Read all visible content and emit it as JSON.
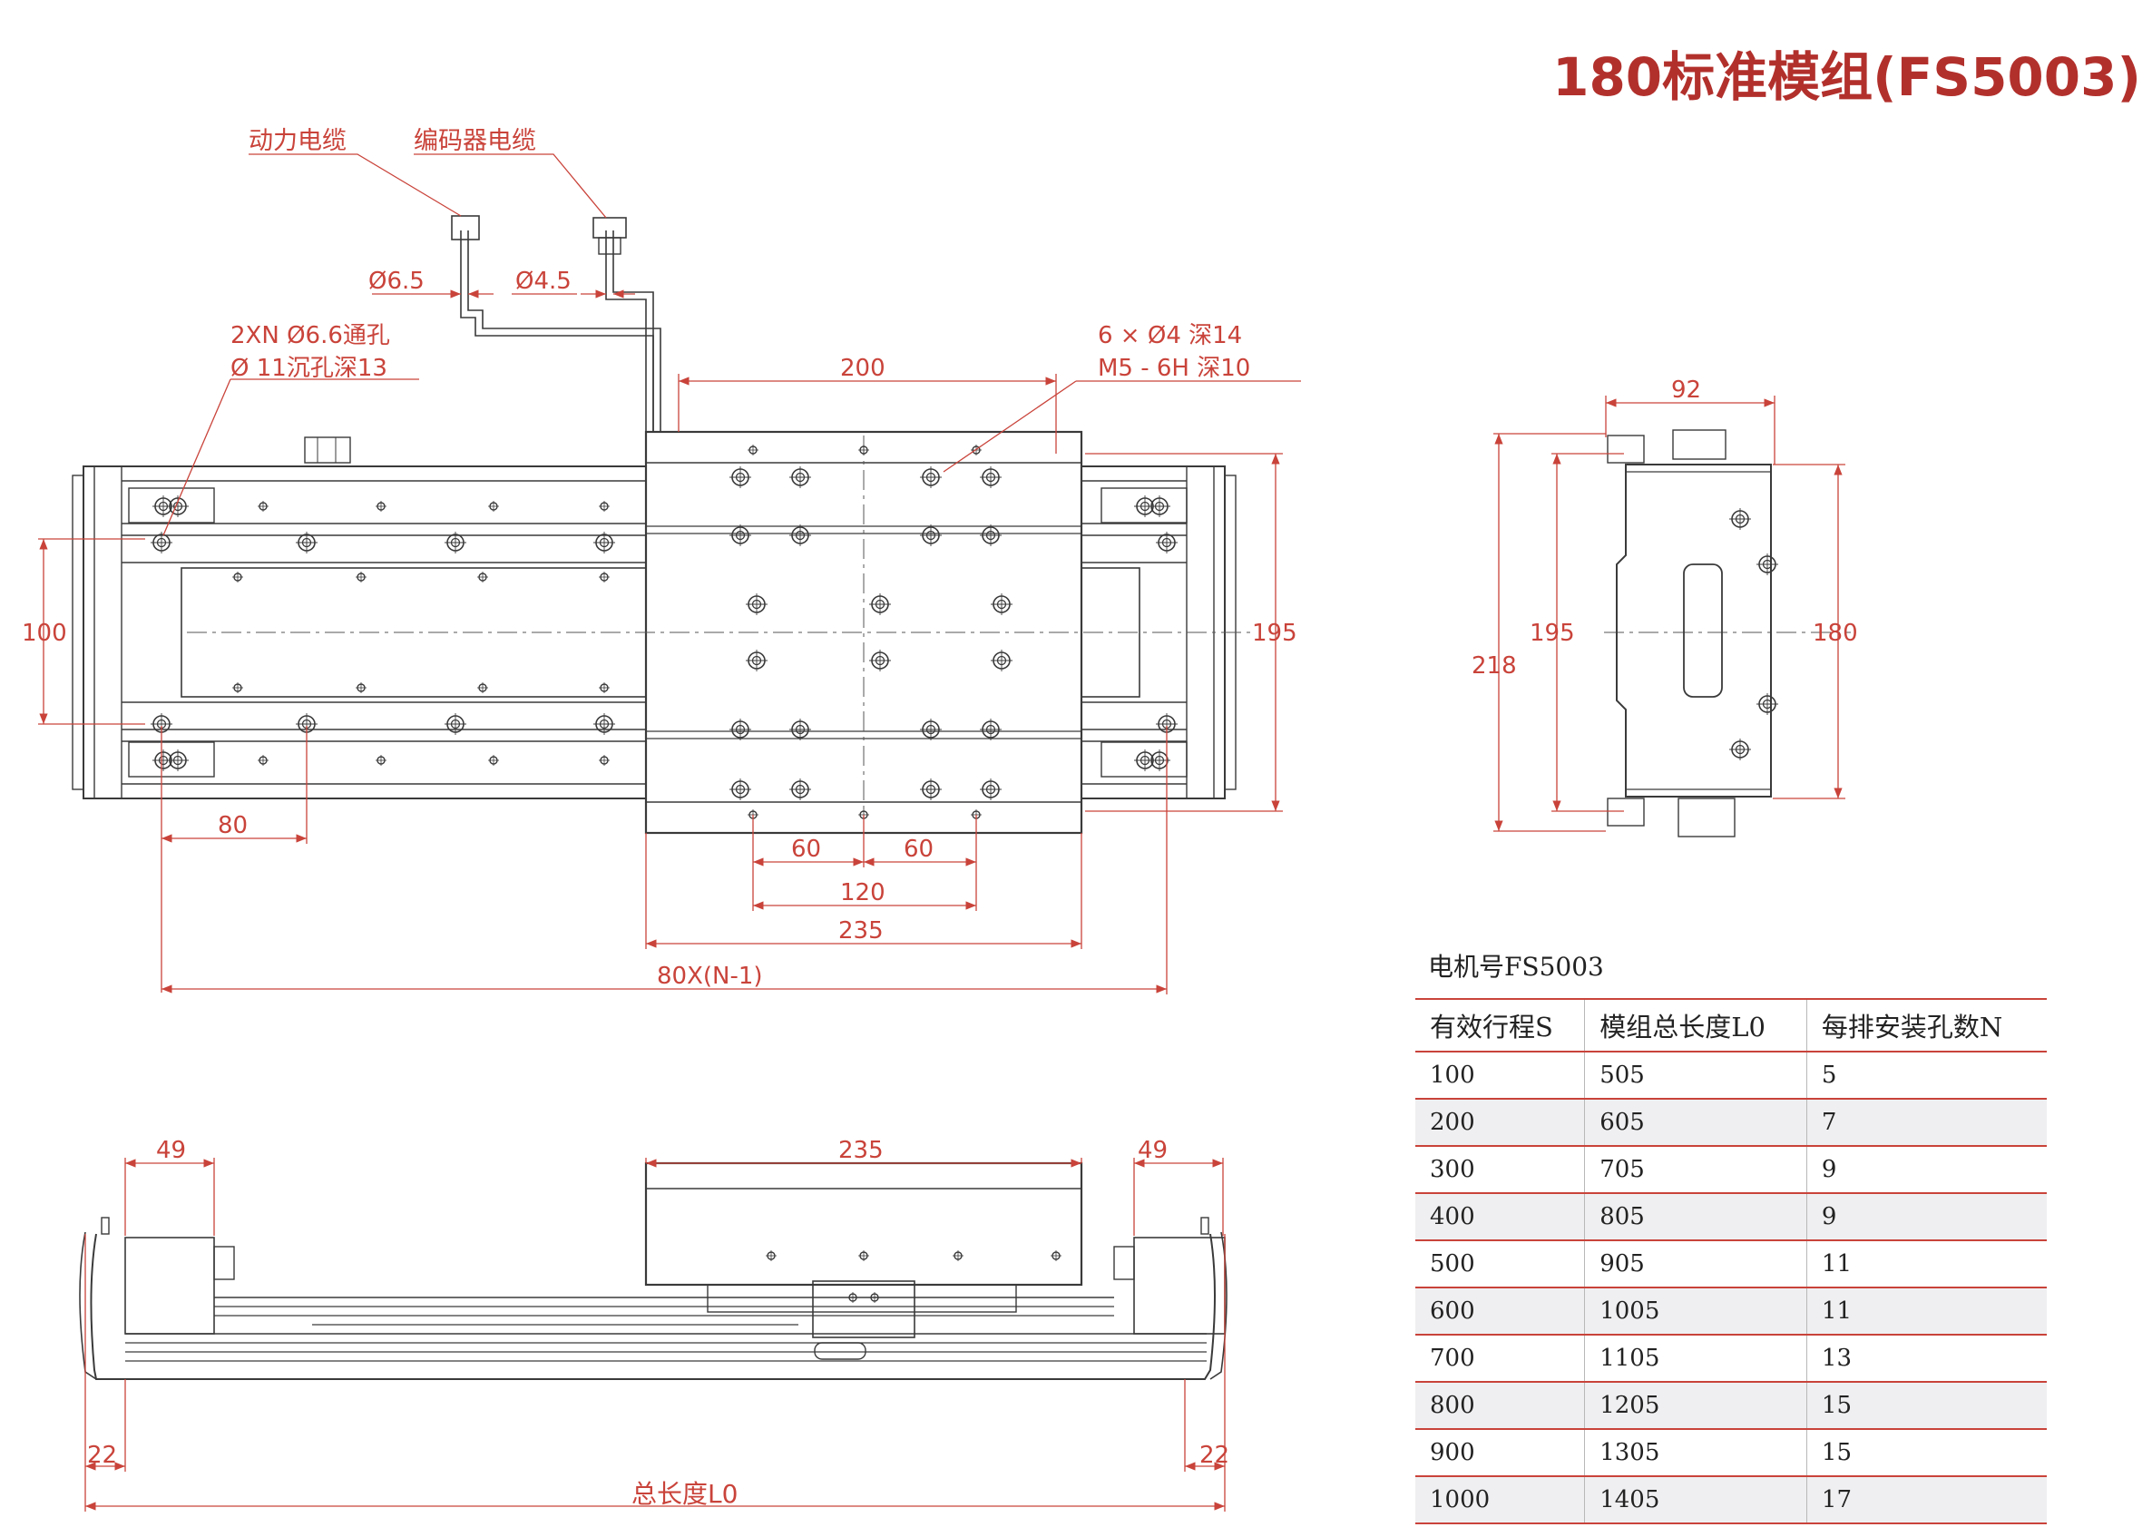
{
  "title": "180标准模组(FS5003)",
  "colors": {
    "dimension": "#c9433a",
    "outline": "#3a3a3a",
    "title": "#b2302c",
    "table_rule": "#c9433a"
  },
  "cables": {
    "power": "动力电缆",
    "encoder": "编码器电缆",
    "power_dia": "Ø6.5",
    "encoder_dia": "Ø4.5"
  },
  "notes": {
    "mount_holes_1": "2XN Ø6.6通孔",
    "mount_holes_2": "Ø 11沉孔深13",
    "slider_holes_1": "6 × Ø4 深14",
    "slider_holes_2": "M5 - 6H 深10"
  },
  "dimensions": {
    "top": {
      "d200": "200",
      "d100": "100",
      "d195": "195",
      "d80": "80",
      "d60a": "60",
      "d60b": "60",
      "d120": "120",
      "d235": "235",
      "pitch": "80X(N-1)"
    },
    "side": {
      "d92": "92",
      "d218": "218",
      "d195": "195",
      "d180": "180"
    },
    "bottom": {
      "d49a": "49",
      "d235": "235",
      "d49b": "49",
      "d22a": "22",
      "d22b": "22",
      "total_prefix": "总长度",
      "total_suffix": "L0"
    }
  },
  "spec_table": {
    "caption": "电机号FS5003",
    "headers": [
      "有效行程S",
      "模组总长度L0",
      "每排安装孔数N"
    ],
    "rows": [
      [
        "100",
        "505",
        "5"
      ],
      [
        "200",
        "605",
        "7"
      ],
      [
        "300",
        "705",
        "9"
      ],
      [
        "400",
        "805",
        "9"
      ],
      [
        "500",
        "905",
        "11"
      ],
      [
        "600",
        "1005",
        "11"
      ],
      [
        "700",
        "1105",
        "13"
      ],
      [
        "800",
        "1205",
        "15"
      ],
      [
        "900",
        "1305",
        "15"
      ],
      [
        "1000",
        "1405",
        "17"
      ]
    ]
  }
}
